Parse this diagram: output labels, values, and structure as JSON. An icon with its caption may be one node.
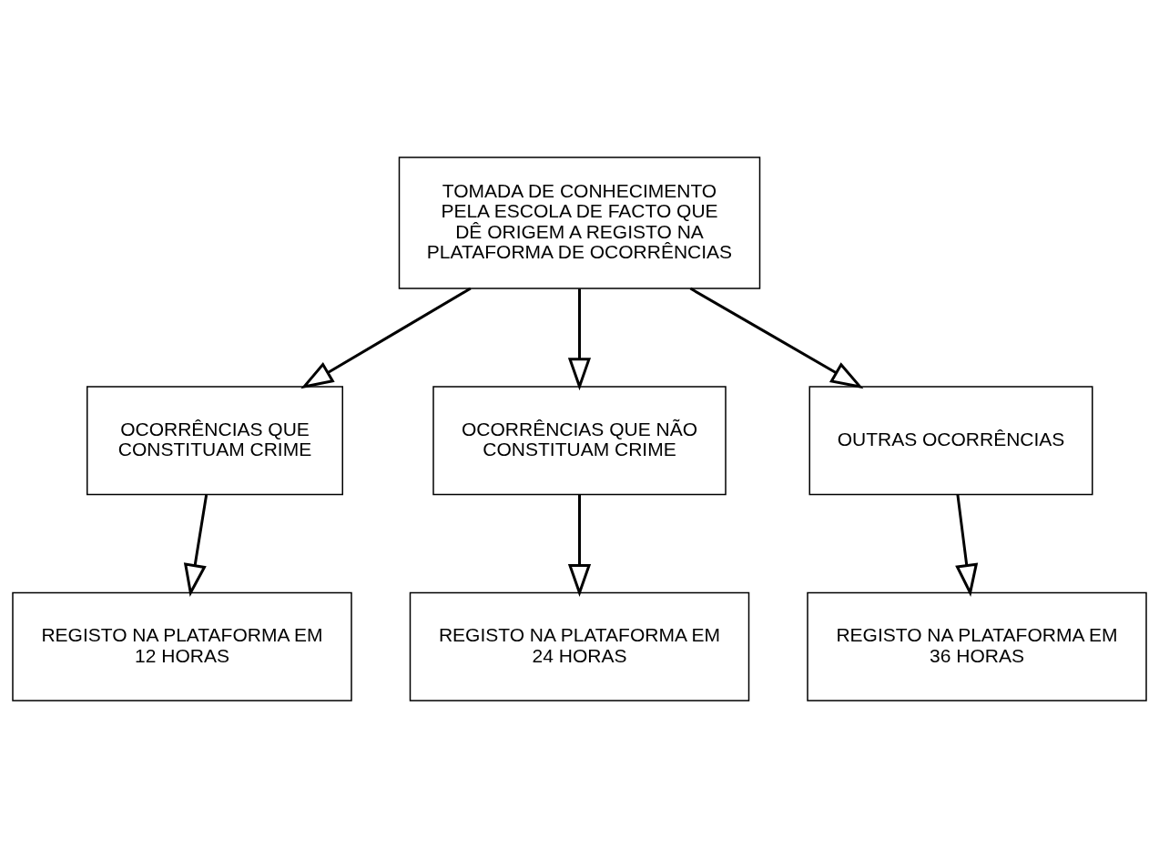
{
  "diagram": {
    "nodes": [
      {
        "text": [
          "TOMADA DE CONHECIMENTO PELA ESCOLA DE FACTO QUE DÊ ORIGEM A REGISTO NA PLATAFORMA DE OCORRÊNCIAS"
        ]
      },
      {
        "text": [
          "OCORRÊNCIAS QUE CONSTITUAM CRIME"
        ]
      },
      {
        "text": [
          "OCORRÊNCIAS QUE NÃO CONSTITUAM CRIME"
        ]
      },
      {
        "text": [
          "OUTRAS OCORRÊNCIAS"
        ]
      },
      {
        "text": [
          "REGISTO NA PLATAFORMA EM 12 HORAS"
        ]
      },
      {
        "text": [
          "REGISTO NA PLATAFORMA EM 24 HORAS"
        ]
      },
      {
        "text": [
          "REGISTO NA PLATAFORMA EM 36 HORAS"
        ]
      }
    ],
    "edges": [
      {
        "from": 0,
        "to": 1,
        "arrow": "to"
      },
      {
        "from": 0,
        "to": 2,
        "arrow": "to"
      },
      {
        "from": 0,
        "to": 3,
        "arrow": "to"
      },
      {
        "from": 1,
        "to": 4,
        "arrow": "to"
      },
      {
        "from": 2,
        "to": 5,
        "arrow": "to"
      },
      {
        "from": 3,
        "to": 6,
        "arrow": "to"
      }
    ]
  }
}
